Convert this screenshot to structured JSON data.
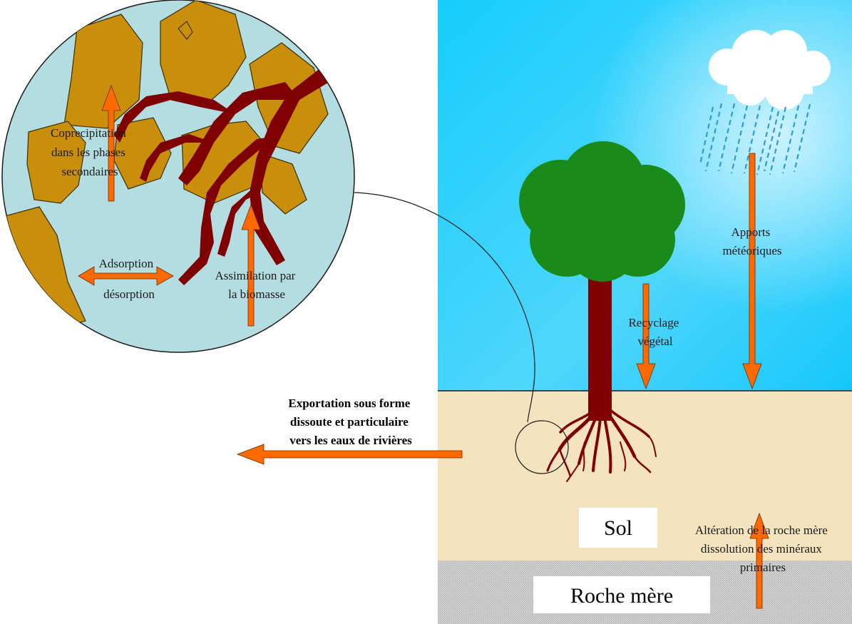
{
  "labels": {
    "coprecipitation": [
      "Coprecipitation",
      "dans les phases",
      "secondaires"
    ],
    "adsorption": [
      "Adsorption",
      "désorption"
    ],
    "assimilation": [
      "Assimilation par",
      "la biomasse"
    ],
    "recyclage": [
      "Recyclage",
      "végétal"
    ],
    "apports": [
      "Apports",
      "météoriques"
    ],
    "exportation": [
      "Exportation sous forme",
      "dissoute et particulaire",
      "vers les eaux de rivières"
    ],
    "alteration": [
      "Altération de la roche mère",
      "dissolution des minéraux",
      "primaires"
    ],
    "sol": "Sol",
    "roche": "Roche mère"
  },
  "colors": {
    "sky_top": "#16cdfc",
    "sky_bottom": "#6fe0fb",
    "soil": "#f4e4c0",
    "rock": "#c9c9c9",
    "arrow": "#ff6a00",
    "arrow_edge": "#6a2a00",
    "tree_crown": "#1a8a1a",
    "trunk": "#7f0000",
    "circle_water": "#b4dde2",
    "grain": "#c98f0a",
    "rain": "#2e9ad6"
  }
}
